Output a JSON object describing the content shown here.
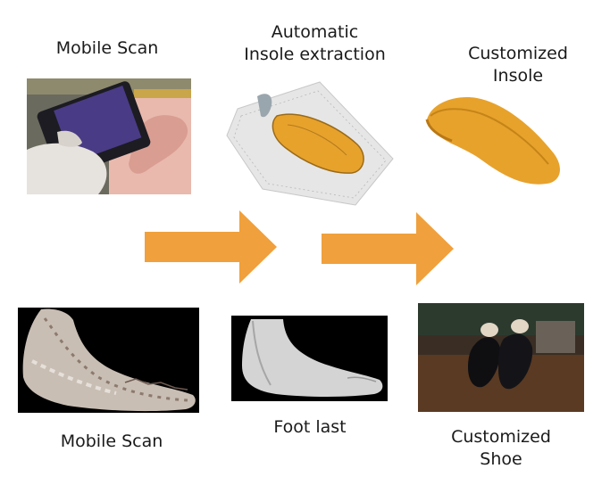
{
  "figure": {
    "top_row": {
      "scan_caption": "Mobile Scan",
      "extraction_caption": "Automatic\nInsole extraction",
      "insole_caption": "Customized\nInsole"
    },
    "bottom_row": {
      "scan_caption": "Mobile Scan",
      "last_caption": "Foot last",
      "shoe_caption": "Customized\nShoe"
    },
    "colors": {
      "arrow": "#F0A03C",
      "insole": "#E7A22C",
      "mold": "#E9B9AE",
      "panel_dark": "#000000",
      "shoe_bg": "#3A2E24"
    },
    "icons": {
      "arrow_1": "right-arrow-icon",
      "arrow_2": "right-arrow-icon"
    }
  }
}
